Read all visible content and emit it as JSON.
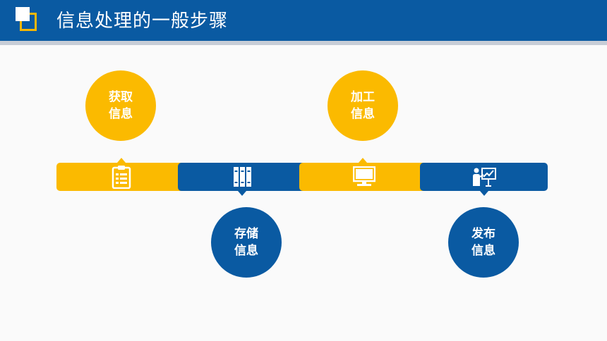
{
  "header": {
    "title": "信息处理的一般步骤"
  },
  "colors": {
    "header_blue": "#0a5aa2",
    "accent_yellow": "#fbba00",
    "stripe_gray": "#c7cdd6"
  },
  "steps": [
    {
      "label": "获取\n信息",
      "icon": "clipboard-icon",
      "color": "yellow"
    },
    {
      "label": "存储\n信息",
      "icon": "binders-icon",
      "color": "blue"
    },
    {
      "label": "加工\n信息",
      "icon": "monitor-icon",
      "color": "yellow"
    },
    {
      "label": "发布\n信息",
      "icon": "presentation-icon",
      "color": "blue"
    }
  ]
}
